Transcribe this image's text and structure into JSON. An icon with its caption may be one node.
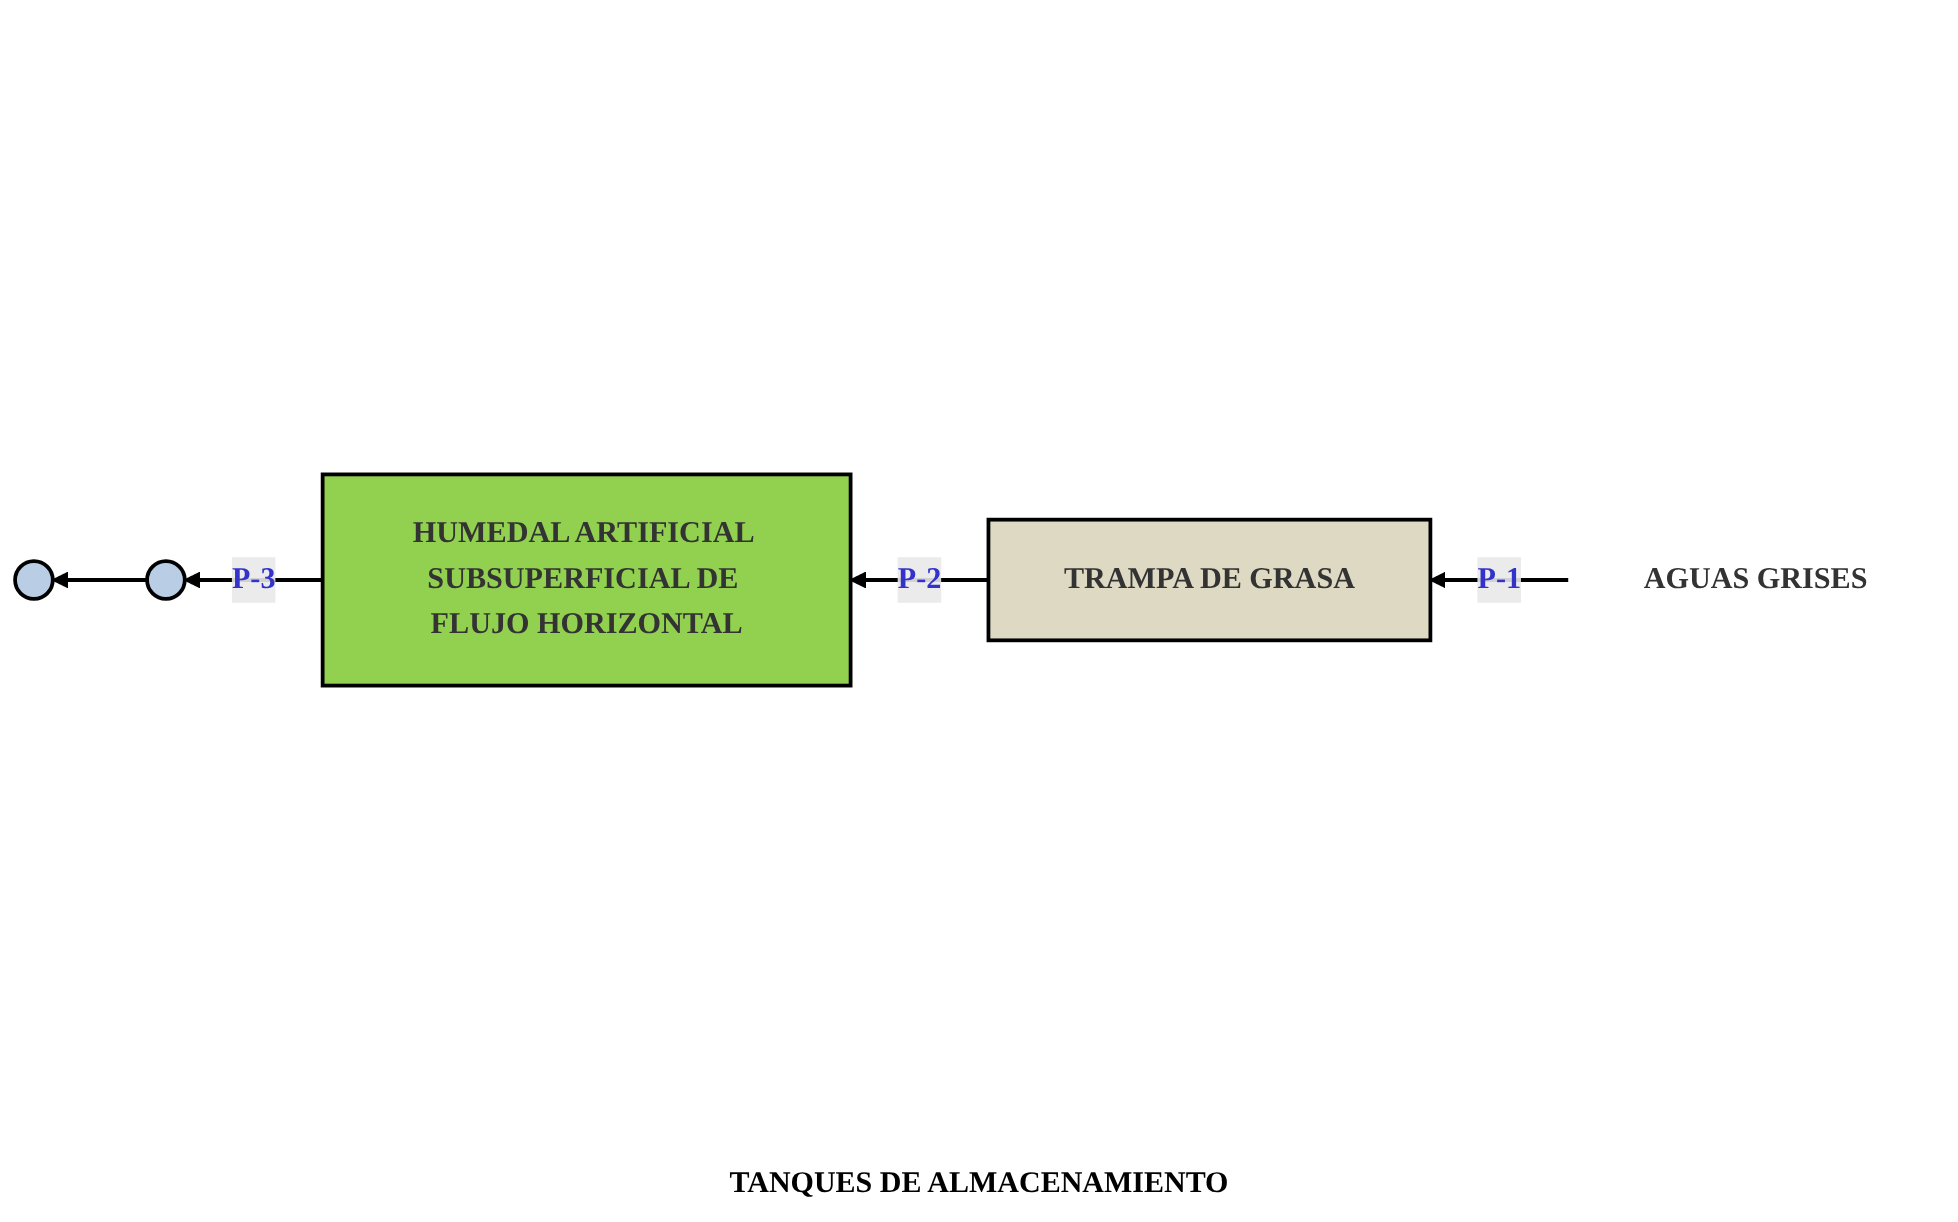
{
  "diagram": {
    "nodes": [
      {
        "text": [
          "AGUAS GRISES"
        ]
      },
      {
        "text": [
          "TRAMPA DE GRASA"
        ]
      },
      {
        "text": [
          "HUMEDAL ARTIFICIAL SUBSUPERFICIAL DE FLUJO HORIZONTAL"
        ]
      },
      {
        "text": [],
        "shape": "circle"
      },
      {
        "text": [],
        "shape": "circle"
      }
    ],
    "edges": [
      {
        "from": 0,
        "to": 1,
        "arrow": "to",
        "label": "P-1"
      },
      {
        "from": 1,
        "to": 2,
        "arrow": "to",
        "label": "P-2"
      },
      {
        "from": 2,
        "to": 4,
        "arrow": "to",
        "label": "P-3"
      },
      {
        "from": 4,
        "to": 3,
        "arrow": "to"
      }
    ],
    "labels": [
      "TANQUES DE ALMACENAMIENTO"
    ]
  }
}
